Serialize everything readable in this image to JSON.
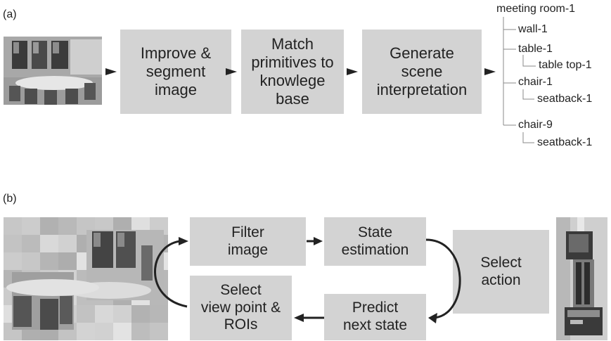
{
  "panel_a": {
    "label": "(a)",
    "steps": [
      "Improve &\nsegment\nimage",
      "Match\nprimitives to\nknowlege\nbase",
      "Generate\nscene\ninterpretation"
    ],
    "tree": {
      "root": "meeting room-1",
      "items": [
        "wall-1",
        "table-1",
        "table top-1",
        "chair-1",
        "seatback-1",
        "chair-9",
        "seatback-1"
      ]
    }
  },
  "panel_b": {
    "label": "(b)",
    "steps": {
      "filter": "Filter\nimage",
      "state": "State\nestimation",
      "select_action": "Select\naction",
      "predict": "Predict\nnext state",
      "select_view": "Select\nview point &\nROIs"
    }
  },
  "colors": {
    "box_fill": "#d3d3d3",
    "arrow": "#222222",
    "tree_line": "#888888"
  }
}
